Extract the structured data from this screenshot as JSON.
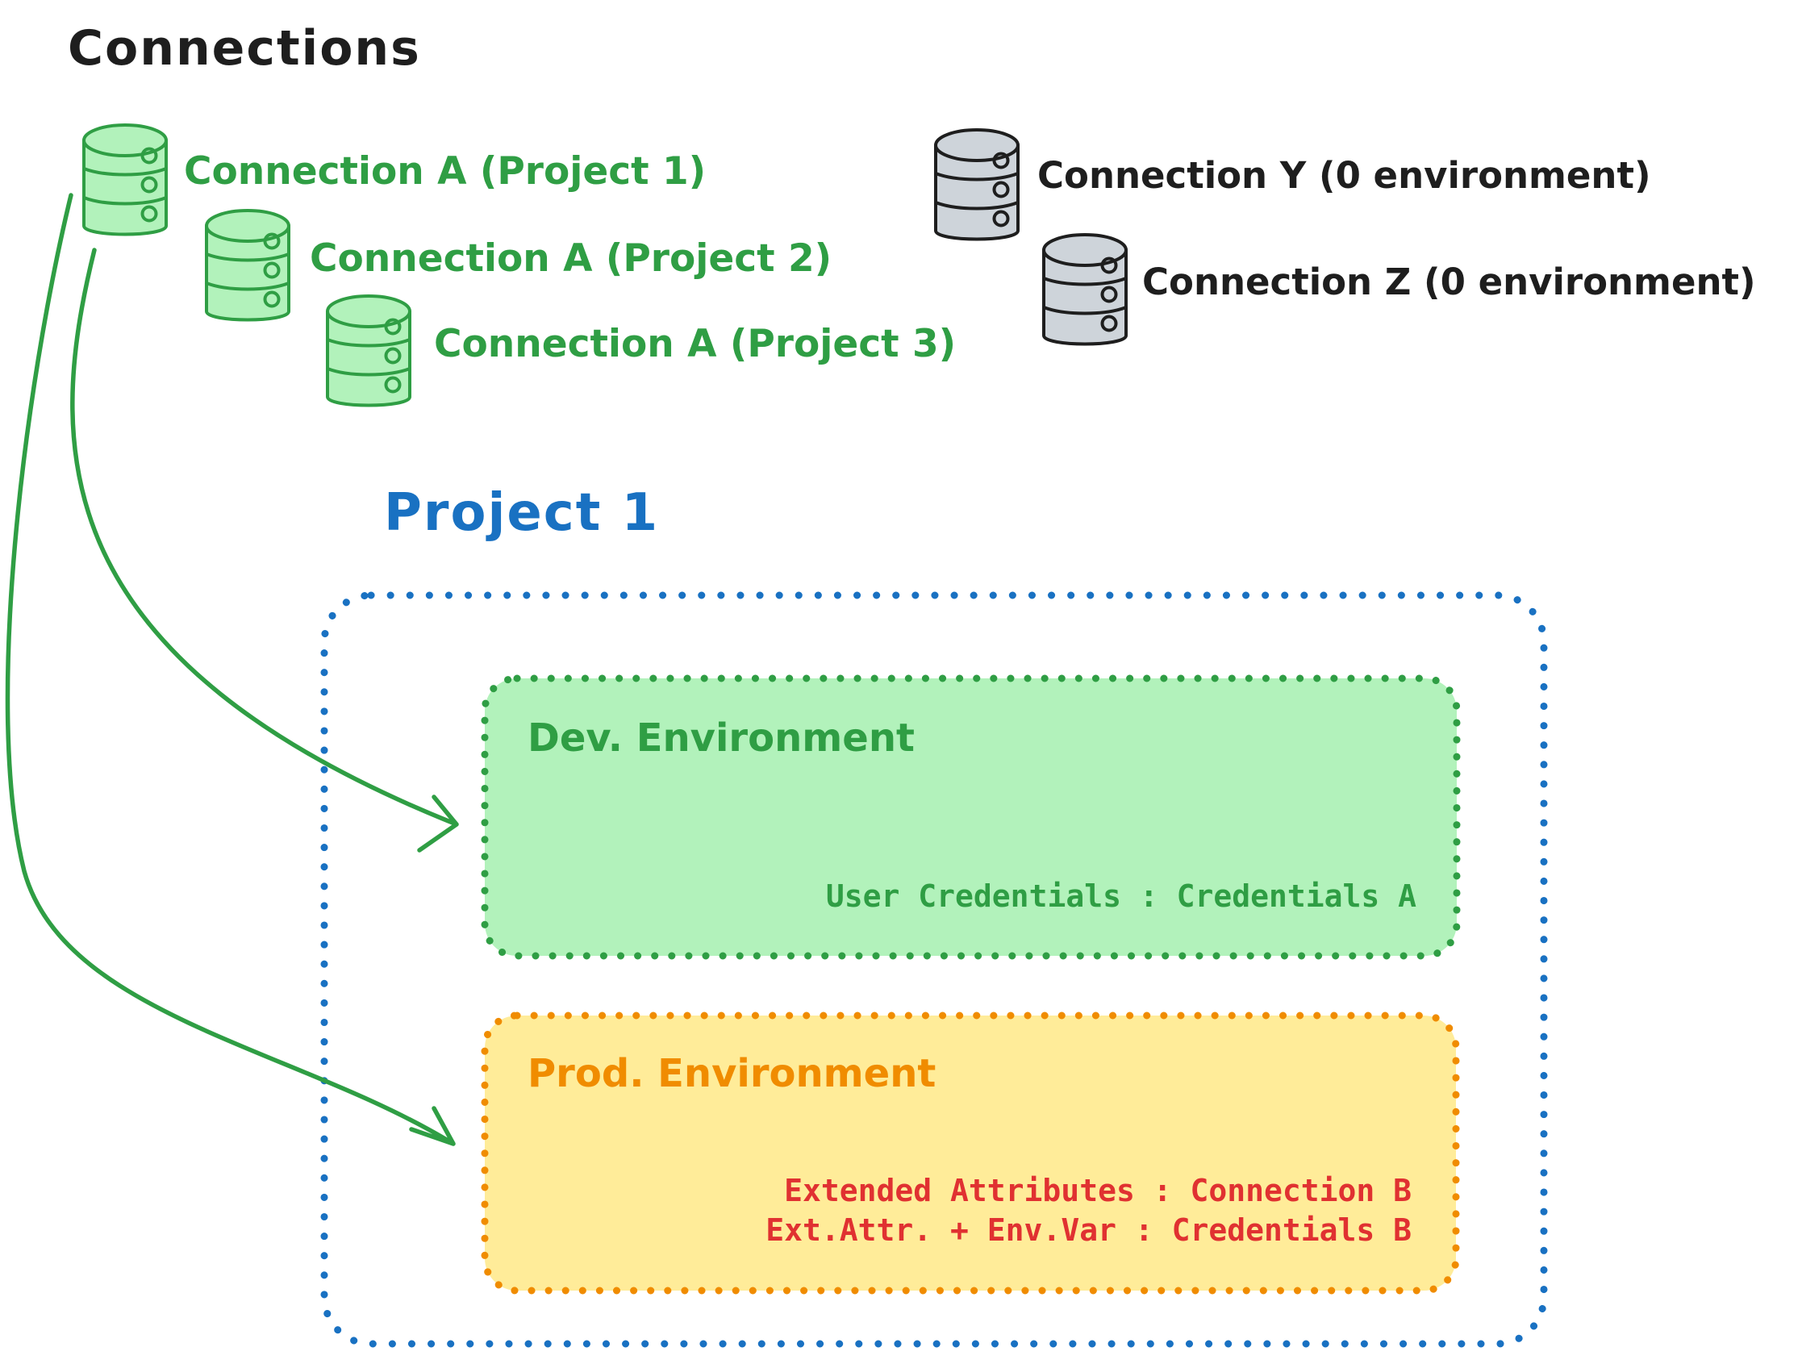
{
  "title": "Connections",
  "colors": {
    "black": "#1e1e1e",
    "green": "#2f9e44",
    "green_fill": "#b2f2bb",
    "gray_fill": "#ced4da",
    "blue": "#1971c2",
    "orange": "#f08c00",
    "yellow_fill": "#ffec99",
    "red": "#e03131"
  },
  "connections": {
    "project_scoped": [
      {
        "icon": "database-icon",
        "label": "Connection A (Project 1)"
      },
      {
        "icon": "database-icon",
        "label": "Connection A (Project 2)"
      },
      {
        "icon": "database-icon",
        "label": "Connection A (Project 3)"
      }
    ],
    "unscoped": [
      {
        "icon": "database-icon",
        "label": "Connection Y (0 environment)"
      },
      {
        "icon": "database-icon",
        "label": "Connection Z (0 environment)"
      }
    ]
  },
  "project": {
    "title": "Project 1",
    "environments": [
      {
        "name": "Dev. Environment",
        "bindings": [
          "User Credentials : Credentials A"
        ]
      },
      {
        "name": "Prod. Environment",
        "bindings": [
          "Extended Attributes : Connection B",
          "Ext.Attr. + Env.Var : Credentials B"
        ]
      }
    ]
  }
}
